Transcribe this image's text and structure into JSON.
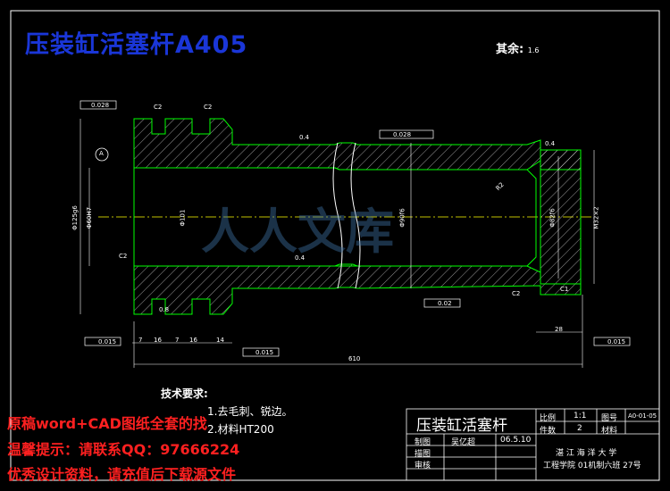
{
  "drawing": {
    "title": "压装缸活塞杆A405",
    "finish_label": "其余:",
    "finish_value": "1.6"
  },
  "tech_req": {
    "heading": "技术要求:",
    "item1": "1.去毛刺、锐边。",
    "item2": "2.材料HT200"
  },
  "promo": {
    "line1": "原稿word+CAD图纸全套的找",
    "line2": "温馨提示：请联系QQ：97666224",
    "line3": "优秀设计资料，请充值后下载源文件"
  },
  "title_block": {
    "part_name": "压装缸活塞杆",
    "scale_label": "比例",
    "scale_value": "1:1",
    "drawing_no_label": "图号",
    "drawing_no_value": "A0-01-05",
    "qty_label": "件数",
    "qty_value": "2",
    "material_label": "材料",
    "drawn_label": "制图",
    "drawn_name": "吴亿超",
    "drawn_date": "06.5.10",
    "trace_label": "描图",
    "check_label": "审核",
    "school": "湛 江 海 洋 大 学",
    "class": "工程学院 01机制六班 27号"
  },
  "dimensions": {
    "total_length": "610",
    "d7": "7",
    "d16a": "16",
    "d7b": "7",
    "d16b": "16",
    "d14": "14",
    "d28": "28",
    "c2_top_left": "C2",
    "c2_top_mid": "C2",
    "c2_inner": "C2",
    "c2_bottom": "C2",
    "c1": "C1",
    "tol_1": "0.015",
    "tol_2": "0.015",
    "tol_3": "0.015",
    "tol_4": "0.02",
    "runout_top_left": "0.028",
    "runout_top_right": "0.028",
    "rough_1": "0.4",
    "rough_2": "0.4",
    "rough_3": "0.8",
    "rough_4": "0.4",
    "datum": "A",
    "dia_left": "Φ125g6",
    "dia_inner": "Φ60H7",
    "dia_neck": "Φ101",
    "dia_rod": "Φ90f6",
    "dia_end": "Φ82f6",
    "thread": "M32×2",
    "radius": "R2"
  },
  "watermark": {
    "text": "人人文库"
  }
}
